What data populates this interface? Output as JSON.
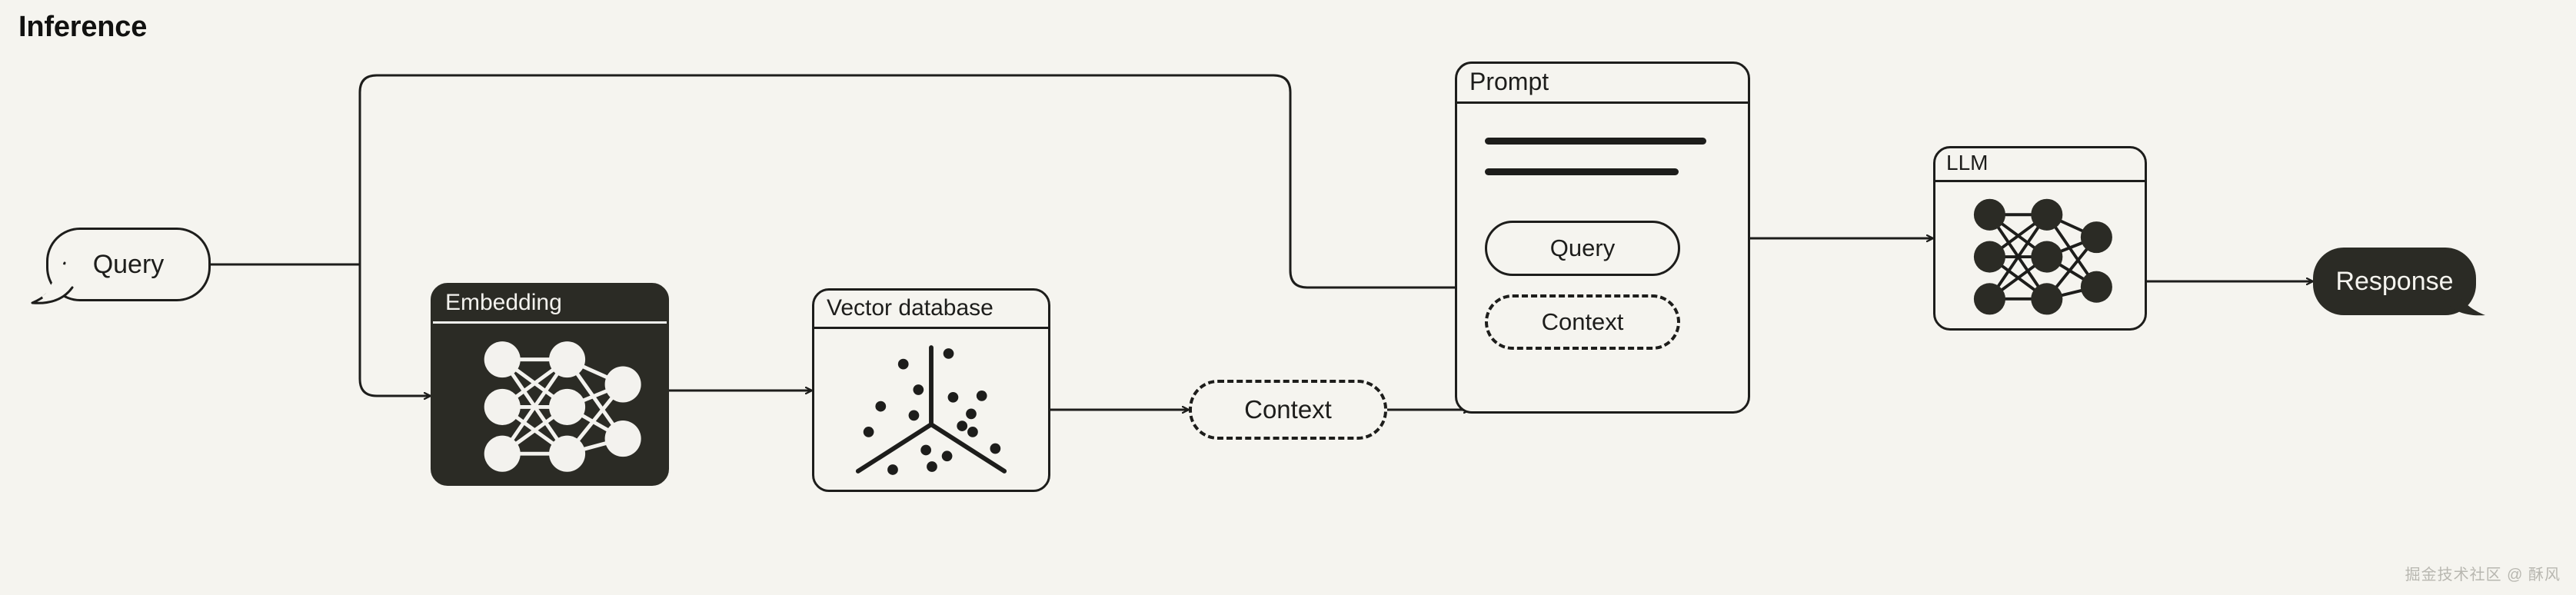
{
  "title": "Inference",
  "nodes": {
    "query_bubble": {
      "label": "Query",
      "shape": "speech-bubble",
      "fill": "#f5f4ef",
      "stroke": "#1d1d1b"
    },
    "embedding": {
      "label": "Embedding",
      "shape": "card",
      "fill": "#2b2b25",
      "content": "neural-network"
    },
    "vector_database": {
      "label": "Vector database",
      "shape": "card",
      "fill": "#f5f4ef",
      "content": "3d-axes-scatter"
    },
    "context": {
      "label": "Context",
      "shape": "dashed-pill"
    },
    "prompt": {
      "label": "Prompt",
      "shape": "card",
      "text_lines": 2,
      "slots": [
        {
          "label": "Query",
          "style": "solid"
        },
        {
          "label": "Context",
          "style": "dashed"
        }
      ]
    },
    "llm": {
      "label": "LLM",
      "shape": "card",
      "fill": "#f5f4ef",
      "content": "neural-network"
    },
    "response_bubble": {
      "label": "Response",
      "shape": "speech-bubble",
      "fill": "#2b2b25",
      "text_color": "#f5f4ef"
    }
  },
  "edges": [
    {
      "from": "query_bubble",
      "to": "prompt.query",
      "style": "orthogonal-bypass-top"
    },
    {
      "from": "query_bubble",
      "to": "embedding",
      "style": "orthogonal-down"
    },
    {
      "from": "embedding",
      "to": "vector_database",
      "style": "straight"
    },
    {
      "from": "vector_database",
      "to": "context",
      "style": "straight"
    },
    {
      "from": "context",
      "to": "prompt.context",
      "style": "straight"
    },
    {
      "from": "prompt",
      "to": "llm",
      "style": "straight"
    },
    {
      "from": "llm",
      "to": "response_bubble",
      "style": "straight"
    }
  ],
  "colors": {
    "background": "#f5f4ef",
    "ink": "#1d1d1b",
    "dark_fill": "#2b2b25",
    "light_fill": "#f5f4ef"
  },
  "watermark": "掘金技术社区 @ 酥风"
}
